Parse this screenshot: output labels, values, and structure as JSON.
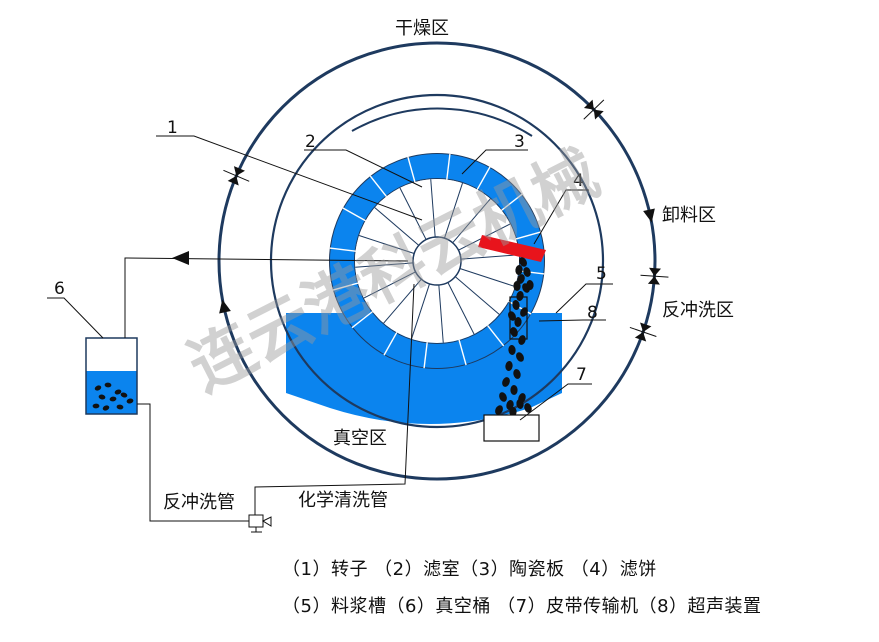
{
  "watermark": "连云港科云机械",
  "zones": {
    "drying": "干燥区",
    "unloading": "卸料区",
    "backflush": "反冲洗区",
    "vacuum": "真空区"
  },
  "pipes": {
    "backflush_pipe": "反冲洗管",
    "chemical_pipe": "化学清洗管"
  },
  "callouts": [
    "1",
    "2",
    "3",
    "4",
    "5",
    "6",
    "7",
    "8"
  ],
  "legend": {
    "line1": "（1）转子 （2）滤室（3）陶瓷板 （4）滤饼",
    "line2": "（5）料浆槽（6）真空桶 （7）皮带传输机（8）超声装置"
  },
  "colors": {
    "blue": "#0b84ee",
    "ring_stroke": "#1e3a5f",
    "cake_plate": "#e8141c",
    "black": "#111111",
    "watermark": "#9a9a9a"
  }
}
